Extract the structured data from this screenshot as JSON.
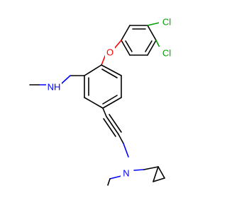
{
  "molecule": {
    "atoms": {
      "cl_upper": "Cl",
      "cl_lower": "Cl",
      "oxygen": "O",
      "nh_amine": "NH",
      "n_tertiary": "N"
    },
    "colors": {
      "bond": "#000000",
      "nitrogen": "#0000ff",
      "oxygen": "#ff0000",
      "chlorine": "#00a000",
      "background": "#ffffff"
    }
  }
}
